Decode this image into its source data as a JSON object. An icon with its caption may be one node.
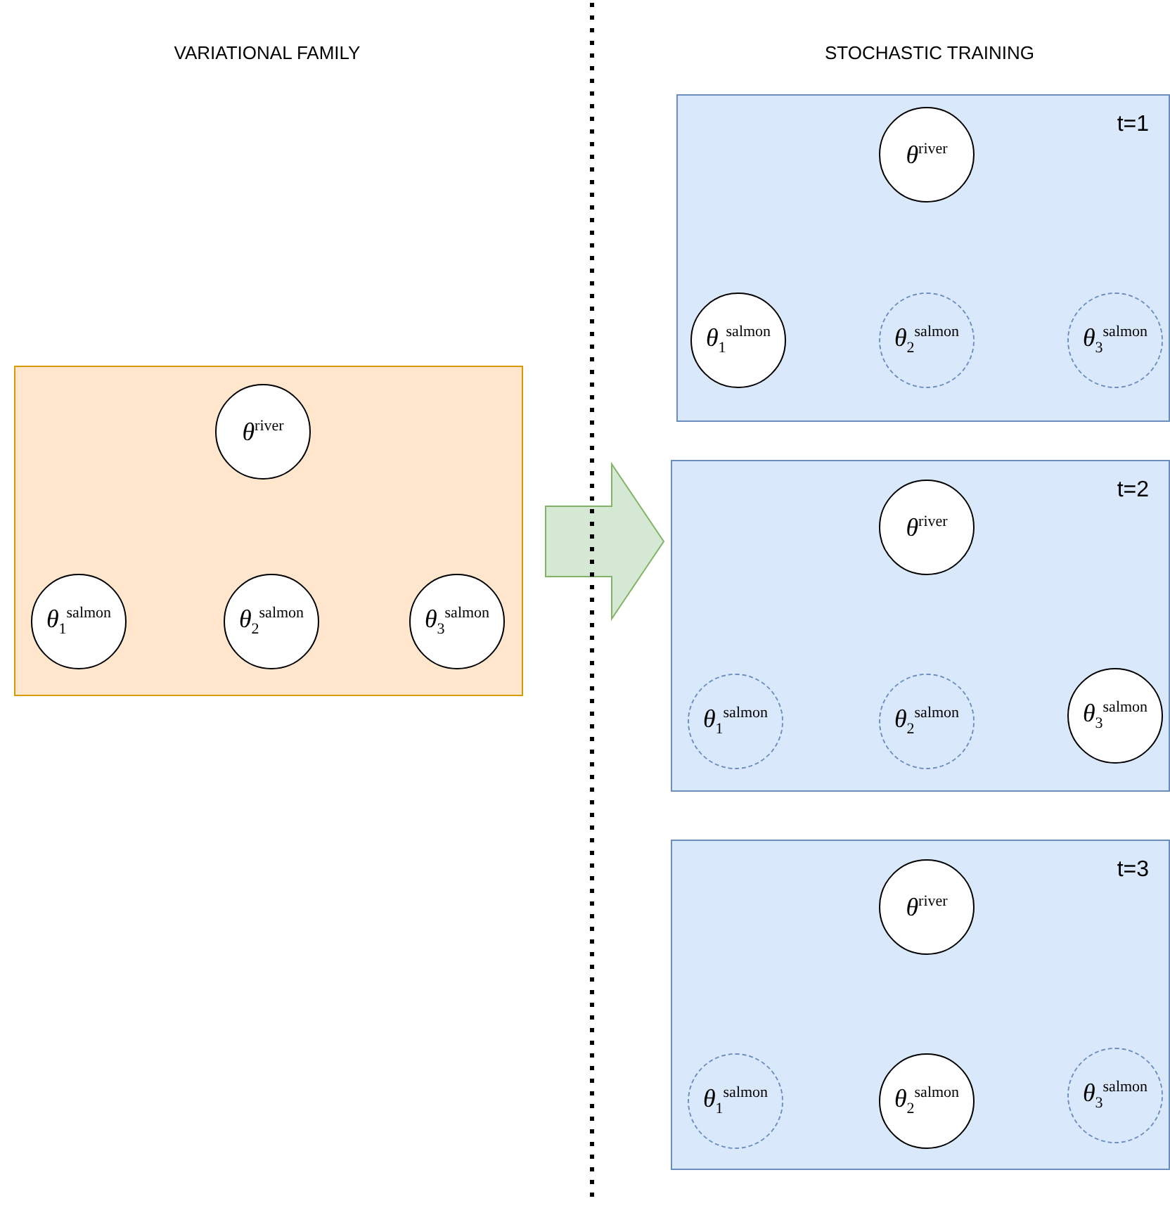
{
  "diagram": {
    "nodes": [
      {
        "text": [],
        "shape": "box"
      },
      {
        "text": [
          "θ$^{river}$"
        ],
        "in": 0
      },
      {
        "text": [
          "θ$_{1}$$^{salmon}$"
        ],
        "in": 0
      },
      {
        "text": [
          "θ$_{2}$$^{salmon}$"
        ],
        "in": 0
      },
      {
        "text": [
          "θ$_{3}$$^{salmon}$"
        ],
        "in": 0
      },
      {
        "text": [
          "t=1"
        ]
      },
      {
        "text": [
          "θ$^{river}$"
        ],
        "in": 5
      },
      {
        "text": [
          "θ$_{1}$$^{salmon}$"
        ],
        "in": 5
      },
      {
        "text": [
          "θ$_{2}$$^{salmon}$"
        ],
        "in": 5
      },
      {
        "text": [
          "θ$_{3}$$^{salmon}$"
        ],
        "in": 5
      },
      {
        "text": [
          "t=2"
        ]
      },
      {
        "text": [
          "θ$^{river}$"
        ],
        "in": 10
      },
      {
        "text": [
          "θ$_{1}$$^{salmon}$"
        ],
        "in": 10
      },
      {
        "text": [
          "θ$_{2}$$^{salmon}$"
        ],
        "in": 10
      },
      {
        "text": [
          "θ$_{3}$$^{salmon}$"
        ],
        "in": 10
      },
      {
        "text": [
          "t=3"
        ]
      },
      {
        "text": [
          "θ$^{river}$"
        ],
        "in": 15
      },
      {
        "text": [
          "θ$_{1}$$^{salmon}$"
        ],
        "in": 15
      },
      {
        "text": [
          "θ$_{2}$$^{salmon}$"
        ],
        "in": 15
      },
      {
        "text": [
          "θ$_{3}$$^{salmon}$"
        ],
        "in": 15
      }
    ],
    "edges": [
      {
        "from": 0,
        "to": 10,
        "arrow": "to"
      }
    ],
    "labels": [
      "VARIATIONAL FAMILY",
      "STOCHASTIC TRAINING"
    ]
  }
}
